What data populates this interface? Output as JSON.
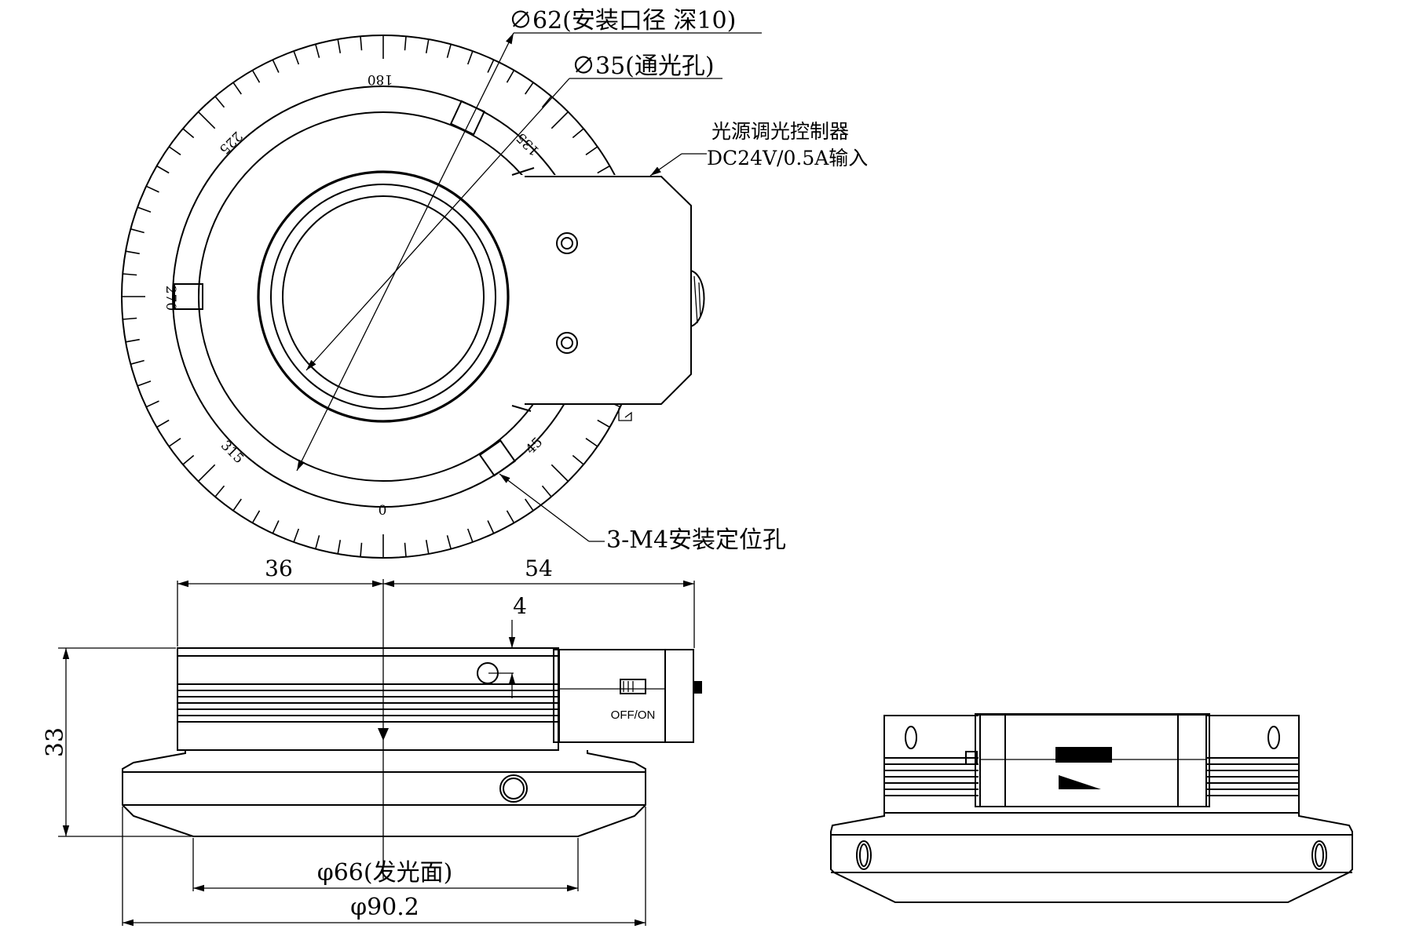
{
  "callouts": {
    "mount_diameter": "∅62(安装口径 深10)",
    "aperture_diameter": "∅35(通光孔)",
    "controller_line1": "光源调光控制器",
    "controller_line2": "DC24V/0.5A输入",
    "mount_holes": "3-M4安装定位孔"
  },
  "dial": {
    "labels": [
      "180",
      "225",
      "135",
      "270",
      "315",
      "45",
      "0"
    ]
  },
  "dimensions": {
    "left_width": "36",
    "right_width": "54",
    "screw_offset": "4",
    "height": "33",
    "emit_diameter": "φ66(发光面)",
    "outer_diameter": "φ90.2"
  },
  "switch_label": "OFF/ON"
}
